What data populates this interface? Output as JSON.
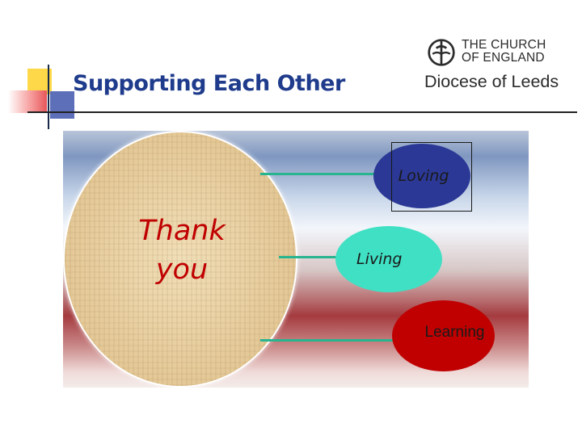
{
  "slide": {
    "title": "Supporting Each Other"
  },
  "logo": {
    "org_line1": "THE CHURCH",
    "org_line2": "OF ENGLAND",
    "diocese": "Diocese of Leeds",
    "icon": "church-of-england-cross-icon"
  },
  "graphic": {
    "center_text_line1": "Thank",
    "center_text_line2": "you",
    "bubbles": [
      {
        "label": "Loving",
        "color": "#2b3896"
      },
      {
        "label": "Living",
        "color": "#3fe0c4"
      },
      {
        "label": "Learning",
        "color": "#c00000"
      }
    ],
    "connector_color": "#28b48f",
    "text_accent": "#c00000",
    "title_color": "#1f3b8c"
  }
}
